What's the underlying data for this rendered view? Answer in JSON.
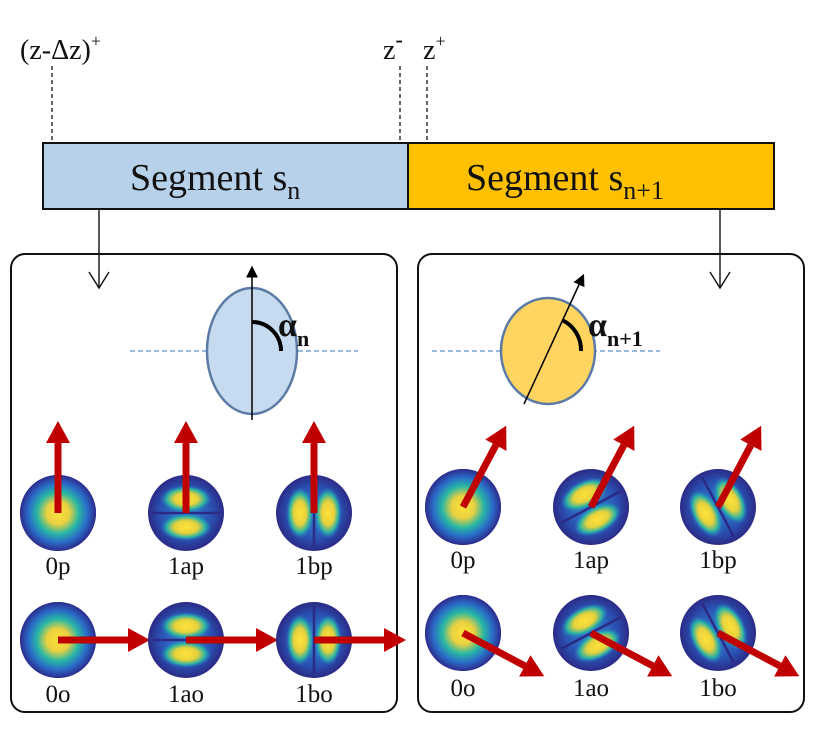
{
  "top_labels": {
    "z_minus_dz_plus": {
      "base": "(z-Δz)",
      "sup": "+"
    },
    "z_minus": {
      "base": "z",
      "sup": "-"
    },
    "z_plus": {
      "base": "z",
      "sup": "+"
    }
  },
  "segments": [
    {
      "label": "Segment s",
      "sub": "n",
      "color": "#b8d1ea",
      "alpha": "α",
      "alpha_sub": "n",
      "ellipse_fill": "#c7dbf0",
      "angle_deg": 90
    },
    {
      "label": "Segment s",
      "sub": "n+1",
      "color": "#ffc000",
      "alpha": "α",
      "alpha_sub": "n+1",
      "ellipse_fill": "#ffd460",
      "angle_deg": 62
    }
  ],
  "modes": {
    "row1": [
      "0p",
      "1ap",
      "1bp"
    ],
    "row2": [
      "0o",
      "1ao",
      "1bo"
    ]
  },
  "colors": {
    "arrow": "#c00000",
    "ellipse_stroke": "#5b7ba6",
    "dashed_axis": "#5b8fd0",
    "mode_outer": "#2a2a8a",
    "mode_core": "#ffd42a"
  }
}
